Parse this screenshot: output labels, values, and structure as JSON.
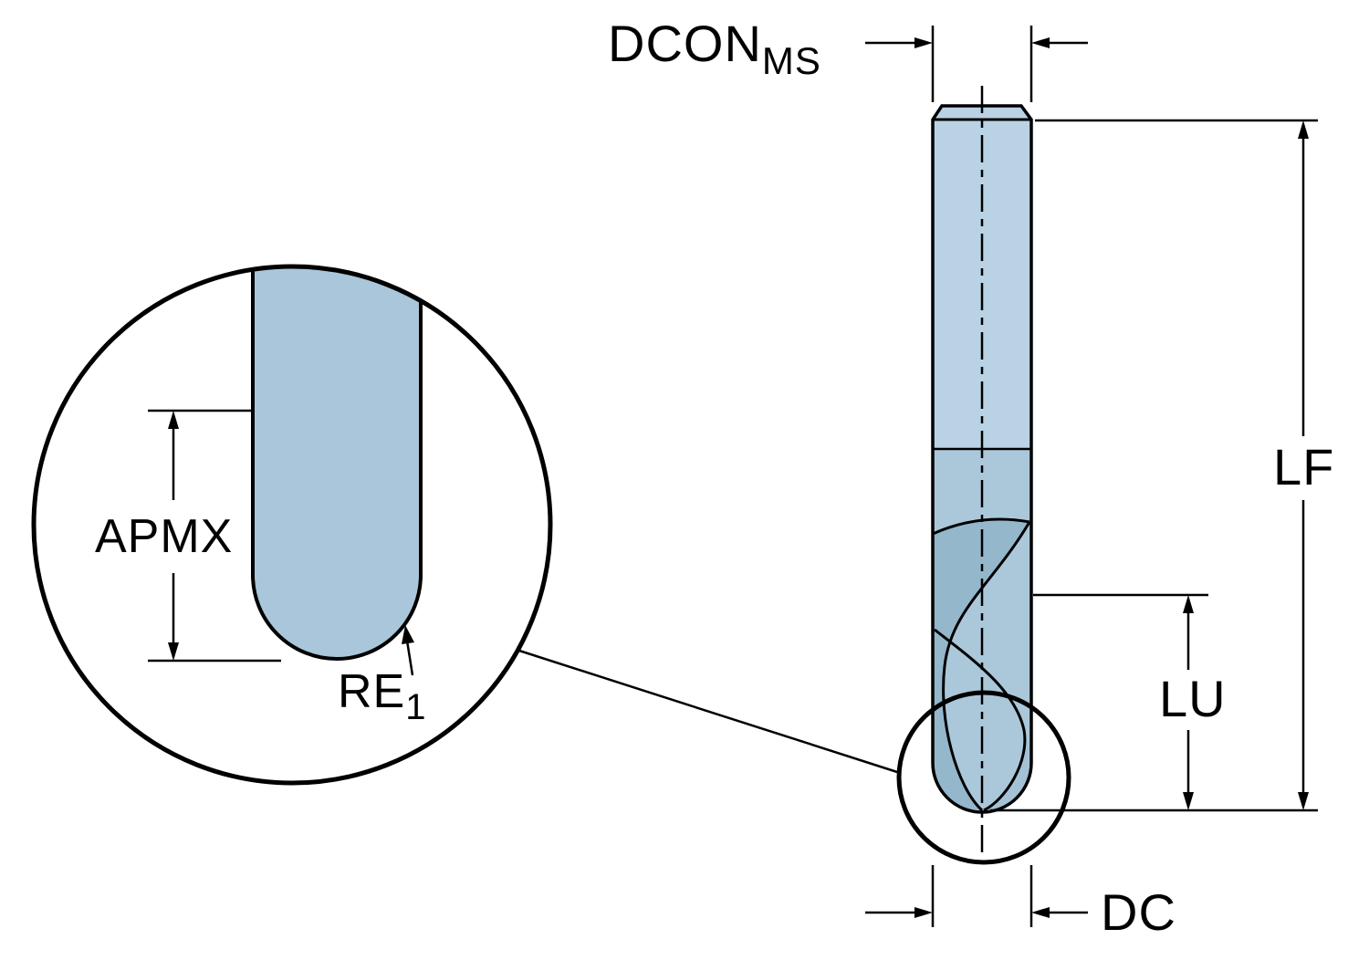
{
  "figure": {
    "labels": {
      "dcon_main": "DCON",
      "dcon_sub": "MS",
      "lf": "LF",
      "lu": "LU",
      "dc": "DC",
      "apmx": "APMX",
      "re_main": "RE",
      "re_sub": "1"
    },
    "colors": {
      "background": "#ffffff",
      "line": "#000000",
      "shank_fill": "#b9d3e4",
      "body_fill": "#abc8da",
      "flute_face_fill": "#94b7cc",
      "flute_light_fill": "#a4c2d6",
      "detail_fill": "#a9c6da"
    }
  }
}
